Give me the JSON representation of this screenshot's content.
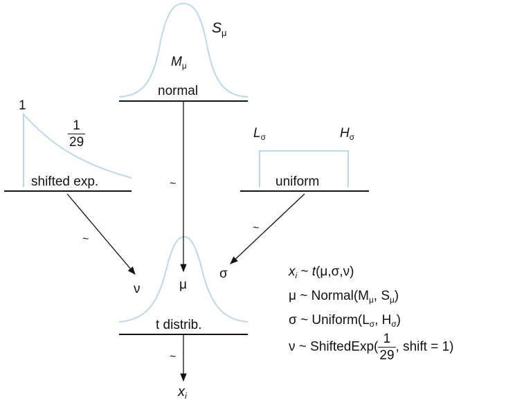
{
  "nodes": {
    "normal": {
      "box_label": "normal",
      "param_mean": "M",
      "param_mean_sub": "μ",
      "param_sd": "S",
      "param_sd_sub": "μ"
    },
    "shifted_exp": {
      "box_label": "shifted exp.",
      "start_value": "1",
      "rate_num": "1",
      "rate_den": "29"
    },
    "uniform": {
      "box_label": "uniform",
      "param_low": "L",
      "param_low_sub": "σ",
      "param_high": "H",
      "param_high_sub": "σ"
    },
    "t_distrib": {
      "box_label": "t distrib.",
      "param_mu": "μ",
      "param_sigma": "σ",
      "param_nu": "ν"
    }
  },
  "arrows": {
    "normal_to_t": "~",
    "exp_to_t": "~",
    "uniform_to_t": "~",
    "t_to_data": "~"
  },
  "data_node": {
    "symbol": "x",
    "sub": "i"
  },
  "equations": {
    "line1": {
      "lhs": "x",
      "lhs_sub": "i",
      "rel": " ~ ",
      "fn": "t",
      "args": "(μ,σ,ν)"
    },
    "line2": {
      "lhs": "μ",
      "rel": " ~ ",
      "fn": "Normal(M",
      "sub1": "μ",
      "mid": ", S",
      "sub2": "μ",
      "end": ")"
    },
    "line3": {
      "lhs": "σ",
      "rel": " ~ ",
      "fn": "Uniform(L",
      "sub1": "σ",
      "mid": ", H",
      "sub2": "σ",
      "end": ")"
    },
    "line4": {
      "lhs": "ν",
      "rel": " ~ ",
      "fn": "ShiftedExp(",
      "frac_num": "1",
      "frac_den": "29",
      "end": ", shift = 1)"
    }
  },
  "colors": {
    "curve": "#bcd7ea",
    "line": "#111111"
  }
}
